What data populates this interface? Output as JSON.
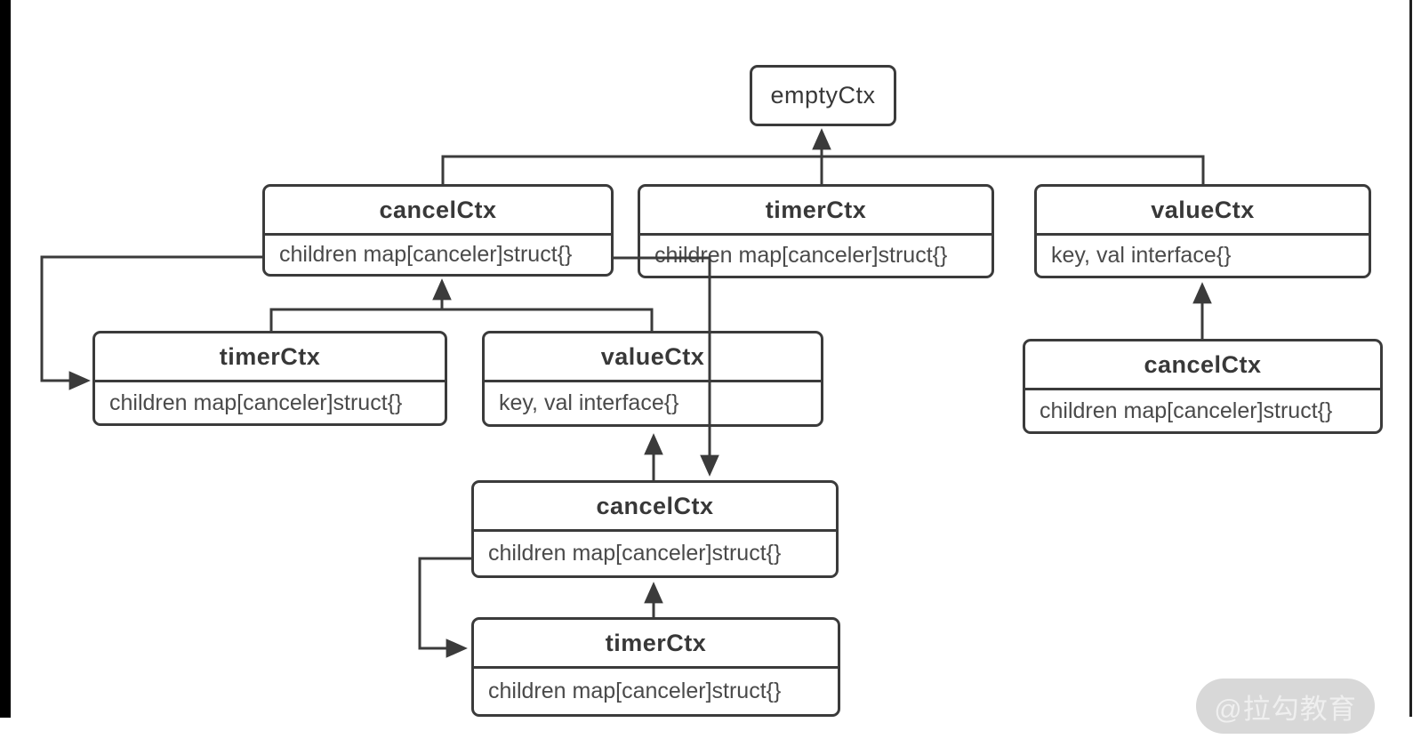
{
  "diagram": {
    "stroke_color": "#3b3b3b",
    "title_text_color": "#383838",
    "field_text_color": "#4a4a4a",
    "background_color": "#ffffff",
    "nodes": [
      {
        "id": "emptyctx-root",
        "title": "emptyCtx",
        "field": ""
      },
      {
        "id": "cancelctx-row2-left",
        "title": "cancelCtx",
        "field": "children map[canceler]struct{}"
      },
      {
        "id": "timerctx-row2-middle",
        "title": "timerCtx",
        "field": "children map[canceler]struct{}"
      },
      {
        "id": "valuectx-row2-right",
        "title": "valueCtx",
        "field": "key, val interface{}"
      },
      {
        "id": "timerctx-row3-left",
        "title": "timerCtx",
        "field": "children map[canceler]struct{}"
      },
      {
        "id": "valuectx-row3-middle",
        "title": "valueCtx",
        "field": "key, val interface{}"
      },
      {
        "id": "cancelctx-row3-right",
        "title": "cancelCtx",
        "field": "children map[canceler]struct{}"
      },
      {
        "id": "cancelctx-row4",
        "title": "cancelCtx",
        "field": "children map[canceler]struct{}"
      },
      {
        "id": "timerctx-row5",
        "title": "timerCtx",
        "field": "children map[canceler]struct{}"
      }
    ],
    "edges": [
      "cancelCtx-row2 -> emptyCtx",
      "timerCtx-row2 -> emptyCtx",
      "valueCtx-row2 -> emptyCtx",
      "timerCtx-row3 -> cancelCtx-row2",
      "valueCtx-row3 -> cancelCtx-row2",
      "cancelCtx-row2 -> timerCtx-row3 (side loop)",
      "cancelCtx-row2 -> cancelCtx-row4 (down)",
      "cancelCtx-row4 -> valueCtx-row3",
      "timerCtx-row5 -> cancelCtx-row4",
      "cancelCtx-row4 -> timerCtx-row5 (side loop)",
      "cancelCtx-row3 -> valueCtx-row2"
    ]
  },
  "watermark": {
    "label": "@拉勾教育",
    "pill_color": "#d8d8d8",
    "text_color": "#efefef"
  }
}
